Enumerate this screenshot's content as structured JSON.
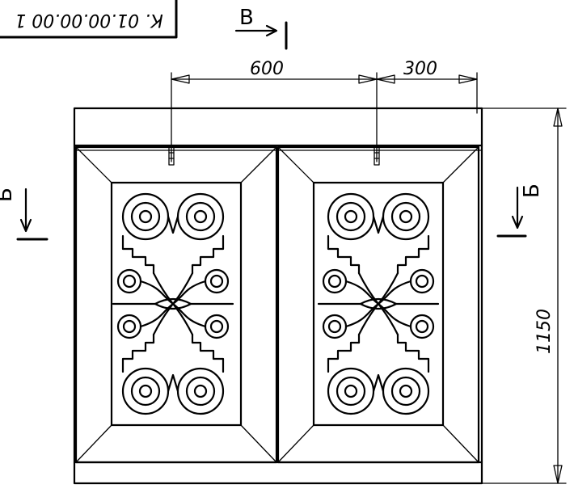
{
  "stamp": {
    "code": "К. 01.00.00.00 1"
  },
  "section_b_top": {
    "letter": "В"
  },
  "section_b_left": {
    "letter": "Б"
  },
  "section_b_right": {
    "letter": "Б"
  },
  "dimensions": {
    "width_left": "600",
    "width_right": "300",
    "height": "1150"
  }
}
